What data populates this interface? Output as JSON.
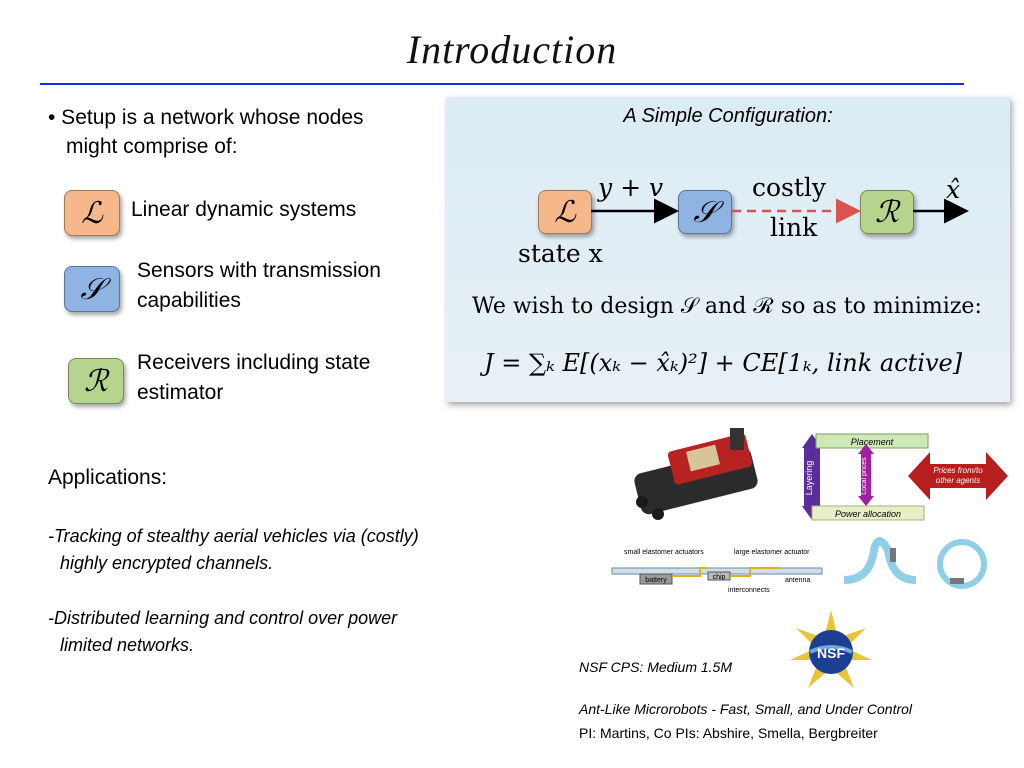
{
  "slide": {
    "title": "Introduction",
    "bullet_line1": "• Setup is a network whose nodes",
    "bullet_line2": "might comprise of:",
    "nodes": [
      {
        "symbol": "ℒ",
        "label_line1": "Linear dynamic systems",
        "label_line2": ""
      },
      {
        "symbol": "𝒮",
        "label_line1": "Sensors with transmission",
        "label_line2": "capabilities"
      },
      {
        "symbol": "ℛ",
        "label_line1": "Receivers including state",
        "label_line2": "estimator"
      }
    ],
    "applications": {
      "heading": "Applications:",
      "items": [
        {
          "line1": "-Tracking of stealthy aerial vehicles via (costly)",
          "line2": "highly encrypted channels."
        },
        {
          "line1": "-Distributed learning and control over power",
          "line2": "limited networks."
        }
      ]
    },
    "panel": {
      "title": "A Simple Configuration:",
      "sym_l": "ℒ",
      "sym_s": "𝒮",
      "sym_r": "ℛ",
      "edge_label": "y + v",
      "costly": "costly",
      "link": "link",
      "state": "state x",
      "output": "x̂",
      "objective_text": "We wish to design 𝒮 and ℛ so as to minimize:",
      "formula": "J = ∑ₖ E[(xₖ − x̂ₖ)²] + CE[1ₖ, link active]"
    },
    "figure": {
      "placement": "Placement",
      "layering": "Layering",
      "local_prices": "Local prices",
      "power_allocation": "Power allocation",
      "prices_from": "Prices from/to other agents",
      "small_act": "small elastomer actuators",
      "large_act": "large elastomer actuator",
      "battery": "battery",
      "chip": "chip",
      "antenna": "antenna",
      "interconnects": "interconnects"
    },
    "nsf": {
      "logo_text": "NSF",
      "funding": "NSF CPS: Medium 1.5M",
      "project": "Ant-Like Microrobots - Fast, Small, and Under Control",
      "pis": "PI: Martins, Co PIs: Abshire, Smella, Bergbreiter"
    },
    "colors": {
      "rule": "#1a2ee0",
      "icon_l": "#f6b88a",
      "icon_s": "#8fb3e3",
      "icon_r": "#b6d48d",
      "link_dashed": "#d9534f"
    }
  }
}
